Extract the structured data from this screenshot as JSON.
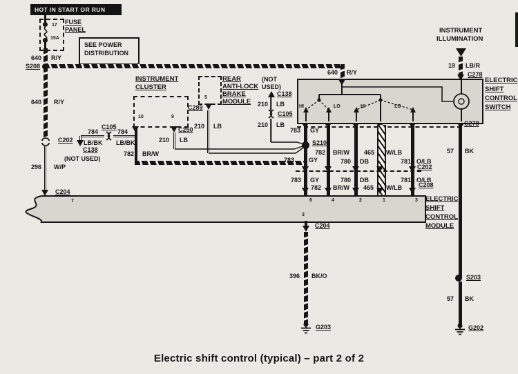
{
  "colors": {
    "page_bg": "#ebe9e4",
    "ink": "#151515",
    "box_fill": "#d9d6cf"
  },
  "caption": "Electric shift control (typical) – part 2 of 2",
  "power": {
    "banner": "HOT IN START OR RUN",
    "fuse_panel_line1": "FUSE",
    "fuse_panel_line2": "PANEL",
    "fuse_position": "17",
    "fuse_rating": "15A",
    "note_line1": "SEE POWER",
    "note_line2": "DISTRIBUTION",
    "splice": "S208",
    "w640_top": {
      "num": "640",
      "color": "R/Y"
    },
    "w640_left": {
      "num": "640",
      "color": "R/Y"
    },
    "w640_switch": {
      "num": "640",
      "color": "R/Y"
    }
  },
  "left_branch": {
    "c202": "C202",
    "w296": {
      "num": "296",
      "color": "W/P"
    },
    "c204": "C204",
    "module_pin7": "7"
  },
  "cluster": {
    "title_line1": "INSTRUMENT",
    "title_line2": "CLUSTER",
    "pin10": "10",
    "pin9": "9",
    "w784_left": {
      "num": "784",
      "color": "LB/BK"
    },
    "c105": "C105",
    "w784_right": {
      "num": "784",
      "color": "LB/BK"
    },
    "c138": "C138",
    "not_used": "(NOT USED)",
    "c250": "C250",
    "w210": {
      "num": "210",
      "color": "LB"
    },
    "w782": {
      "num": "782",
      "color": "BR/W"
    }
  },
  "rabs": {
    "title_line1": "REAR",
    "title_line2": "ANTI-LOCK",
    "title_line3": "BRAKE",
    "title_line4": "MODULE",
    "pin5": "5",
    "c289": "C289",
    "w210": {
      "num": "210",
      "color": "LB"
    }
  },
  "mid_branch": {
    "not_used_line1": "(NOT",
    "not_used_line2": "USED)",
    "c138": "C138",
    "w210_upper": {
      "num": "210",
      "color": "LB"
    },
    "c105": "C105",
    "w210_lower": {
      "num": "210",
      "color": "LB"
    }
  },
  "illumination": {
    "title_line1": "INSTRUMENT",
    "title_line2": "ILLUMINATION",
    "w19": {
      "num": "19",
      "color": "LB/R"
    },
    "c278": "C278"
  },
  "switch": {
    "title_line1": "ELECTRIC",
    "title_line2": "SHIFT",
    "title_line3": "CONTROL",
    "title_line4": "SWITCH",
    "hi1": "HI",
    "lo1": "LO",
    "hi2": "HI",
    "lo2": "LO",
    "c278": "C278"
  },
  "harness": {
    "s210": "S210",
    "w783_upper": {
      "num": "783",
      "color": "GY"
    },
    "w783_mid": {
      "num": "783",
      "color": "GY"
    },
    "w783_lower": {
      "num": "783",
      "color": "GY"
    },
    "w782_upper": {
      "num": "782",
      "color": "BR/W"
    },
    "w782_lower": {
      "num": "782",
      "color": "BR/W"
    },
    "w780_upper": {
      "num": "780",
      "color": "DB"
    },
    "w780_lower": {
      "num": "780",
      "color": "DB"
    },
    "w465_upper": {
      "num": "465",
      "color": "W/LB"
    },
    "w465_lower": {
      "num": "465",
      "color": "W/LB"
    },
    "w781_upper": {
      "num": "781",
      "color": "O/LB"
    },
    "w781_lower": {
      "num": "781",
      "color": "O/LB"
    },
    "w57_upper": {
      "num": "57",
      "color": "BK"
    },
    "c202": "C202",
    "c208": "C208"
  },
  "module": {
    "title_line1": "ELECTRIC",
    "title_line2": "SHIFT",
    "title_line3": "CONTROL",
    "title_line4": "MODULE",
    "pin6": "6",
    "pin4": "4",
    "pin2": "2",
    "pin1": "1",
    "pin3": "3",
    "pin3_inner": "3",
    "c204": "C204",
    "w396": {
      "num": "396",
      "color": "BK/O"
    },
    "g203": "G203"
  },
  "right_ground": {
    "s203": "S203",
    "w57": {
      "num": "57",
      "color": "BK"
    },
    "g202": "G202"
  }
}
